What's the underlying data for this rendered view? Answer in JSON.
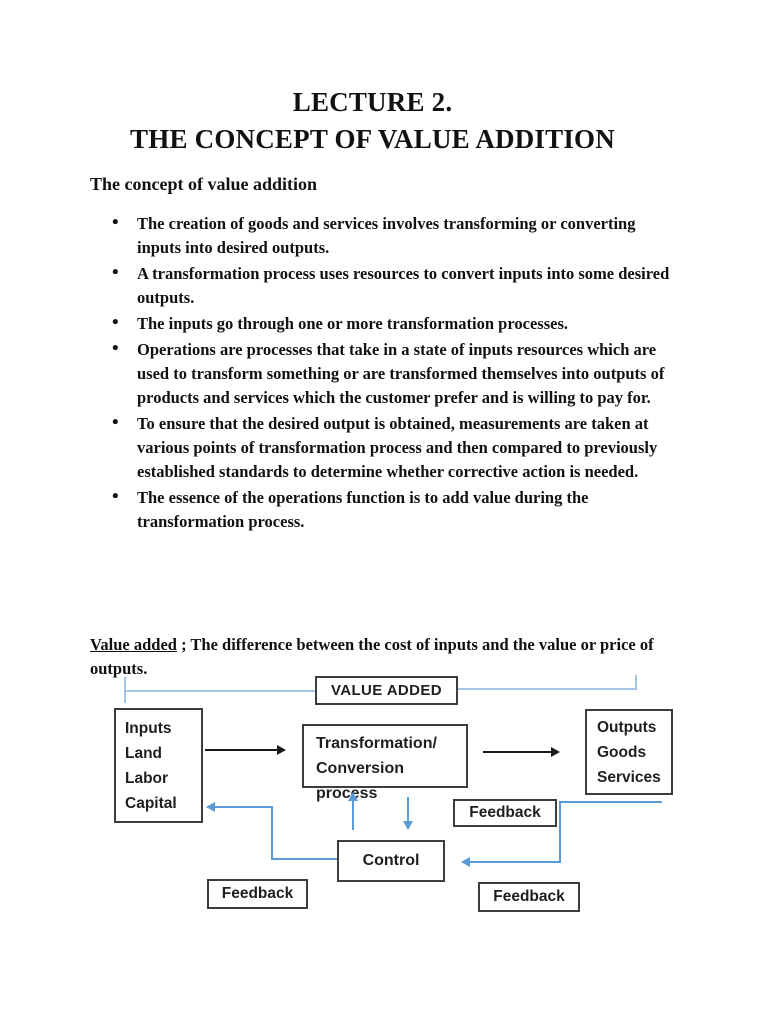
{
  "document": {
    "title_line1": "LECTURE 2.",
    "title_line2": "THE CONCEPT OF VALUE ADDITION",
    "section_heading": "The concept of value addition",
    "bullets": [
      "The creation of goods and services involves transforming or converting\ninputs into desired outputs.",
      "A transformation process uses resources to convert inputs into some desired\noutputs.",
      "The inputs go through one or more transformation processes.",
      "Operations are processes that take in a state of inputs resources which are\nused to transform something or are transformed themselves into outputs of\nproducts and services which the customer prefer and is willing to pay for.",
      "To ensure that the desired output is obtained, measurements are taken at\nvarious points of transformation process and then compared to previously\nestablished standards to determine whether corrective action is needed.",
      "The essence of the operations function is to add value during the\ntransformation process."
    ],
    "definition": {
      "term": "Value added",
      "text": " ; The difference between the cost of inputs and the value or price of\noutputs."
    }
  },
  "diagram": {
    "value_added_box": "VALUE ADDED",
    "inputs_box": {
      "lines": [
        "Inputs",
        "Land",
        "Labor",
        "Capital"
      ]
    },
    "transformation_box": {
      "lines": [
        "Transformation/",
        "Conversion process"
      ]
    },
    "outputs_box": {
      "lines": [
        "Outputs",
        "Goods",
        "Services"
      ]
    },
    "control_box": "Control",
    "feedback_boxes": {
      "right": "Feedback",
      "bottom_left": "Feedback",
      "bottom_right": "Feedback"
    }
  },
  "colors": {
    "text": "#111111",
    "box_border": "#3d3d3d",
    "connector_blue": "#5B9BD5",
    "bracket_blue": "#A6C5E6",
    "arrow_black": "#1a1a1a",
    "page_background": "#ffffff"
  }
}
